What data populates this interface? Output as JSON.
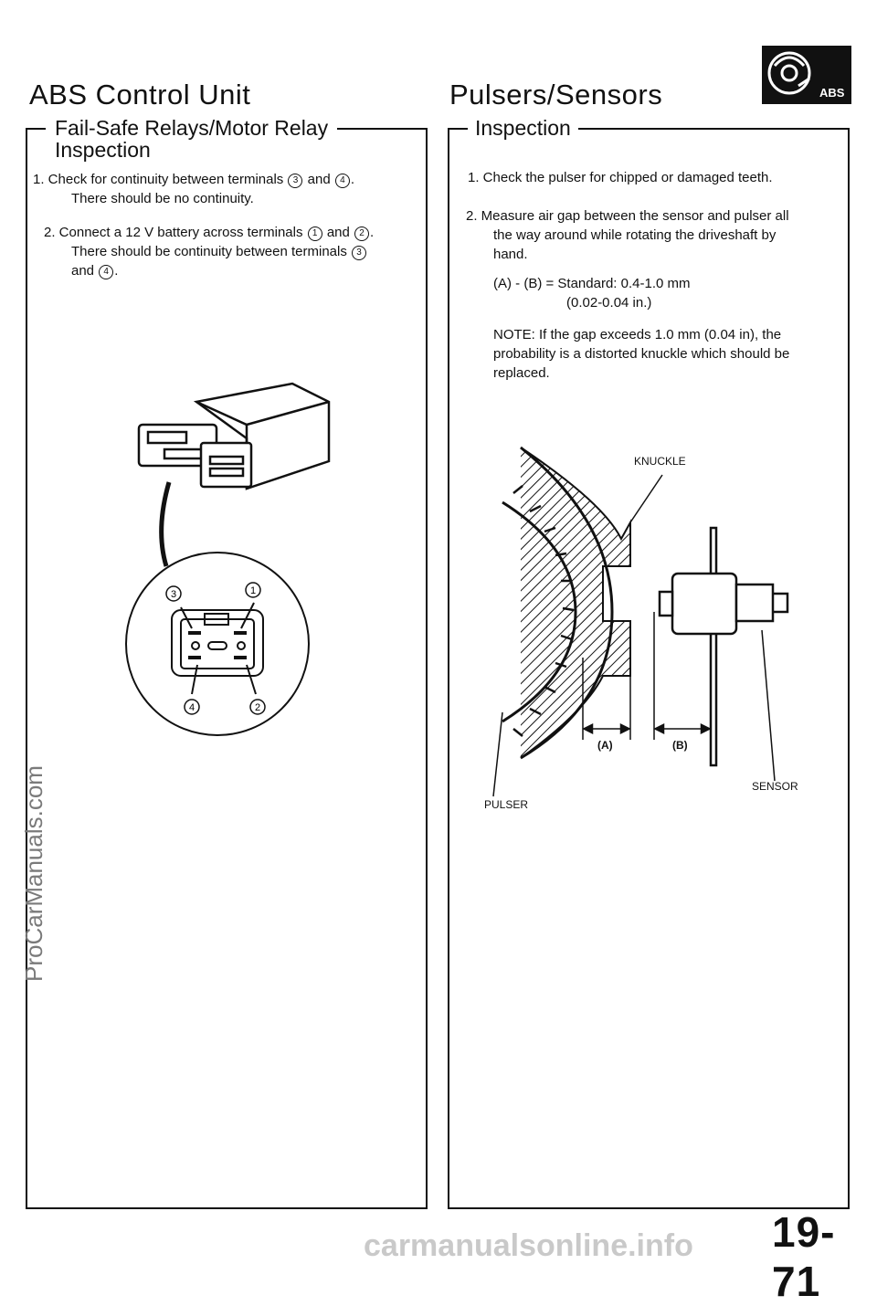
{
  "left": {
    "title": "ABS Control Unit",
    "subtitle_line1": "Fail-Safe Relays/Motor Relay",
    "subtitle_line2": "Inspection",
    "step1_a": "1.  Check for continuity between terminals",
    "step1_and": "and",
    "step1_b": "There should be no continuity.",
    "step2_a": "2.  Connect a 12 V battery across terminals",
    "step2_and": "and",
    "step2_b": "There should be continuity between terminals",
    "step2_c": "and",
    "t1": "1",
    "t2": "2",
    "t3": "3",
    "t4": "4"
  },
  "right": {
    "title": "Pulsers/Sensors",
    "subtitle": "Inspection",
    "step1": "1.   Check the pulser for chipped or damaged teeth.",
    "step2_l1": "2.  Measure air gap between the sensor and pulser all",
    "step2_l2": "the way around while rotating the driveshaft by",
    "step2_l3": "hand.",
    "standard_l1": "(A) - (B) = Standard: 0.4-1.0 mm",
    "standard_l2": "(0.02-0.04 in.)",
    "note_l1": "NOTE:  If the gap exceeds 1.0 mm (0.04 in), the",
    "note_l2": "probability is a distorted knuckle which should be",
    "note_l3": "replaced.",
    "label_knuckle": "KNUCKLE",
    "label_sensor": "SENSOR",
    "label_pulser": "PULSER",
    "label_a": "(A)",
    "label_b": "(B)"
  },
  "badge": "ABS",
  "watermark": "ProCarManuals.com",
  "footer_watermark": "carmanualsonline.info",
  "page_number": "19-71"
}
